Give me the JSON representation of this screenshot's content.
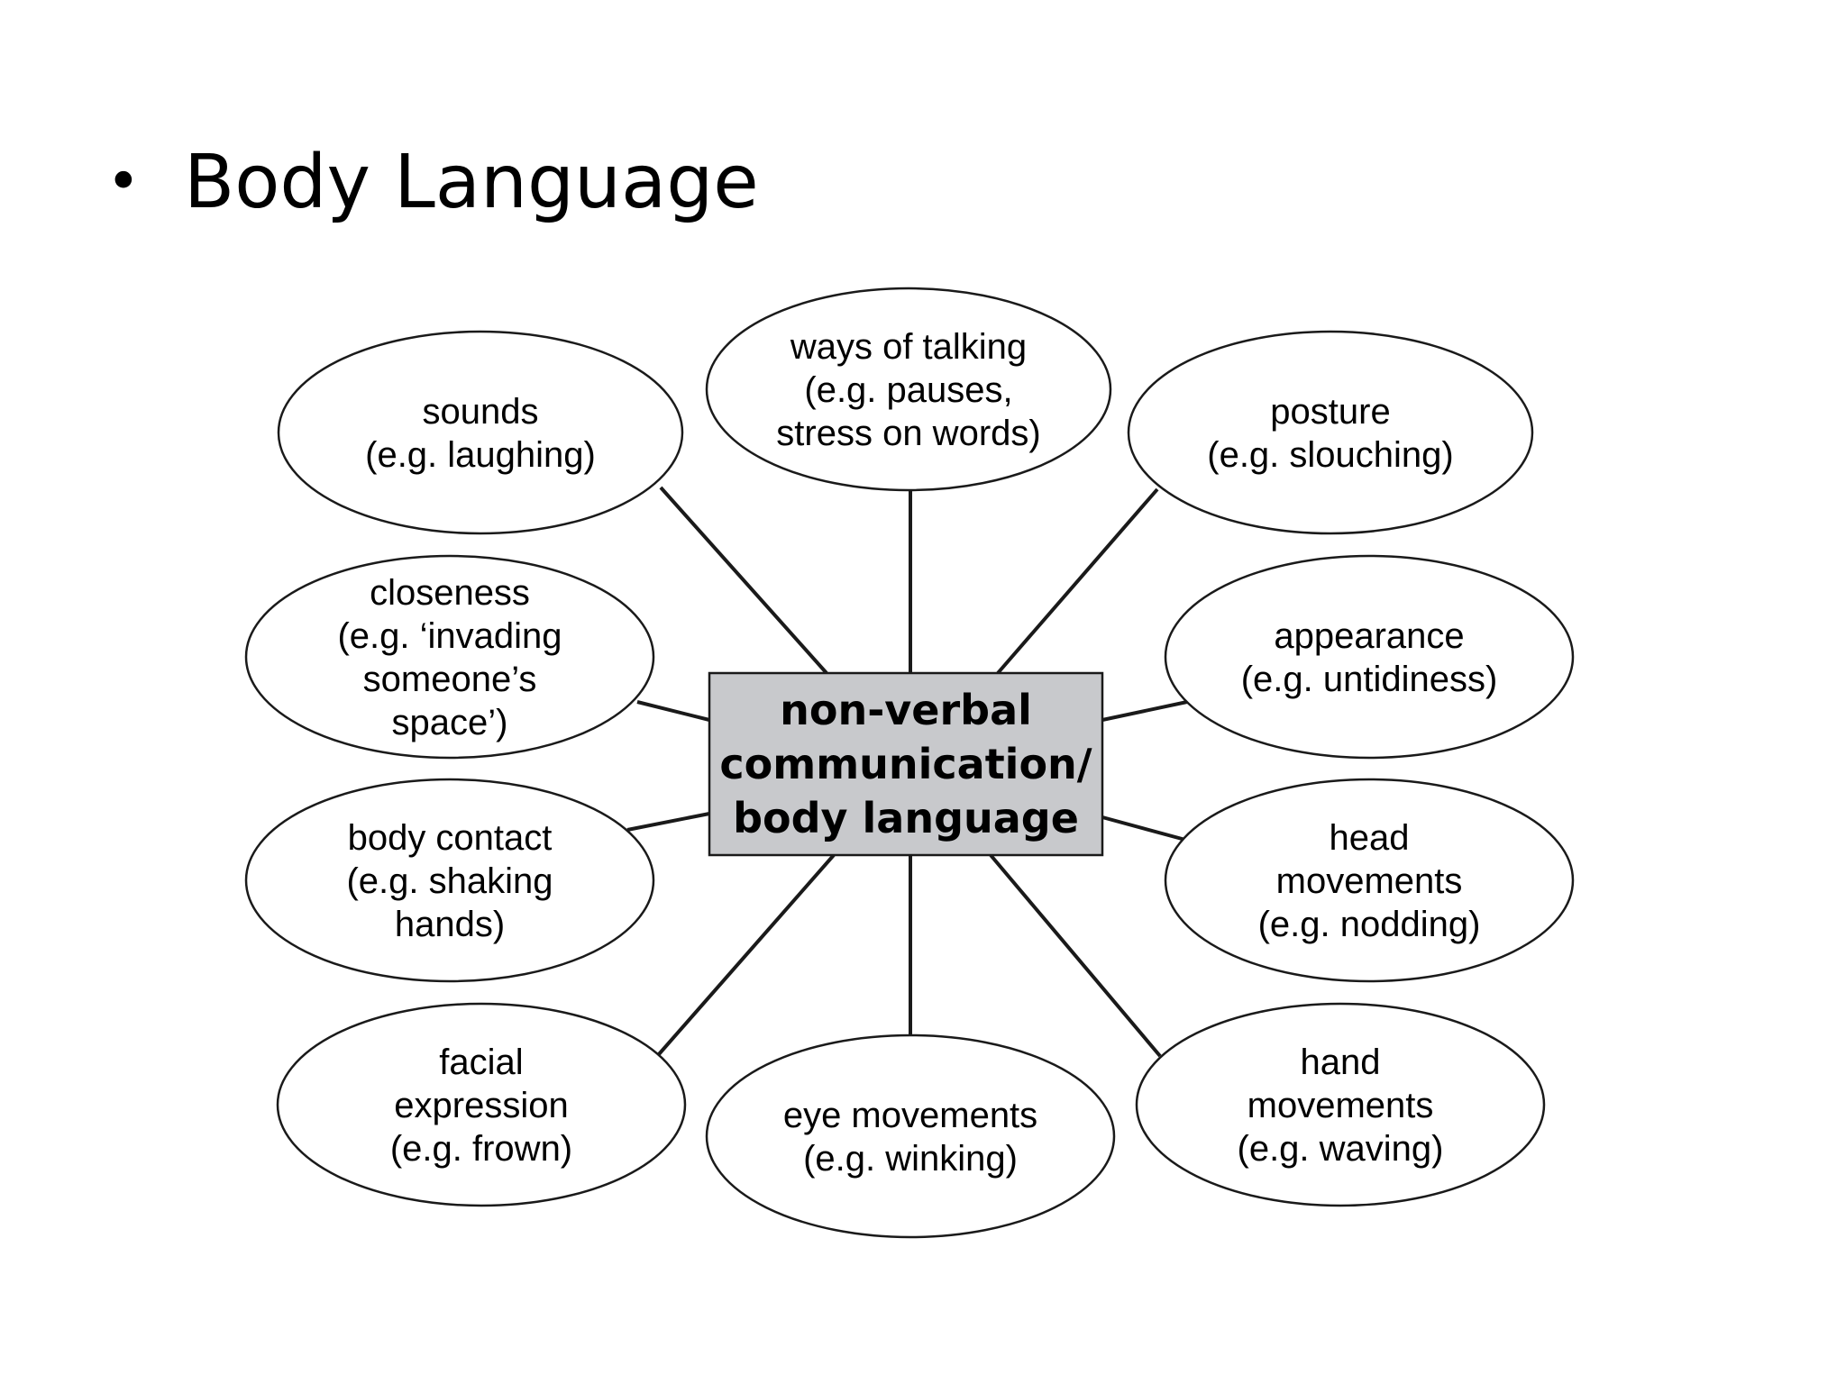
{
  "slide": {
    "bullet": "•",
    "title": "Body Language"
  },
  "colors": {
    "background": "#ffffff",
    "center_fill": "#c8c9cc",
    "stroke": "#1a1a1a",
    "text": "#000000"
  },
  "diagram": {
    "center": {
      "lines": [
        "non-verbal",
        "communication/",
        "body language"
      ]
    },
    "nodes": [
      {
        "id": "sounds",
        "lines": [
          "sounds",
          "(e.g. laughing)"
        ]
      },
      {
        "id": "ways-of-talking",
        "lines": [
          "ways of talking",
          "(e.g. pauses,",
          "stress on words)"
        ]
      },
      {
        "id": "posture",
        "lines": [
          "posture",
          "(e.g. slouching)"
        ]
      },
      {
        "id": "closeness",
        "lines": [
          "closeness",
          "(e.g. ‘invading",
          "someone’s",
          "space’)"
        ]
      },
      {
        "id": "appearance",
        "lines": [
          "appearance",
          "(e.g. untidiness)"
        ]
      },
      {
        "id": "body-contact",
        "lines": [
          "body contact",
          "(e.g. shaking",
          "hands)"
        ]
      },
      {
        "id": "head-movements",
        "lines": [
          "head",
          "movements",
          "(e.g. nodding)"
        ]
      },
      {
        "id": "facial-expression",
        "lines": [
          "facial",
          "expression",
          "(e.g. frown)"
        ]
      },
      {
        "id": "eye-movements",
        "lines": [
          "eye movements",
          "(e.g. winking)"
        ]
      },
      {
        "id": "hand-movements",
        "lines": [
          "hand",
          "movements",
          "(e.g. waving)"
        ]
      }
    ]
  }
}
